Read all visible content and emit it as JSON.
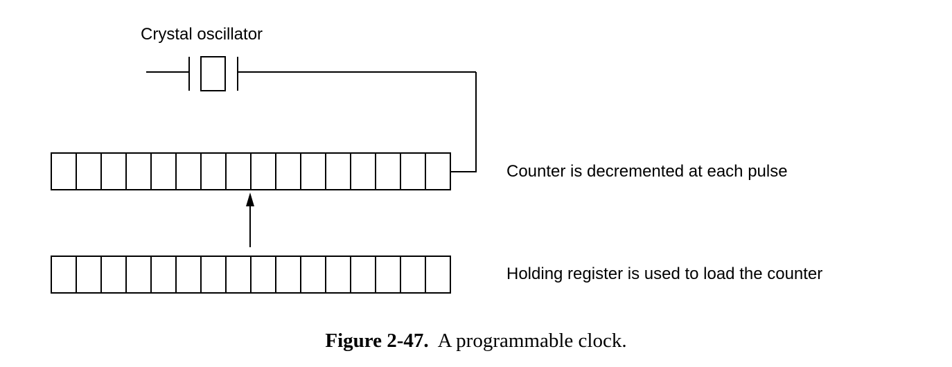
{
  "oscillator": {
    "label": "Crystal oscillator"
  },
  "counter": {
    "label": "Counter is decremented at each pulse",
    "cells": 16
  },
  "holding_register": {
    "label": "Holding register is used to load the counter",
    "cells": 16
  },
  "caption": {
    "number": "Figure 2-47.",
    "text": "A programmable clock."
  }
}
